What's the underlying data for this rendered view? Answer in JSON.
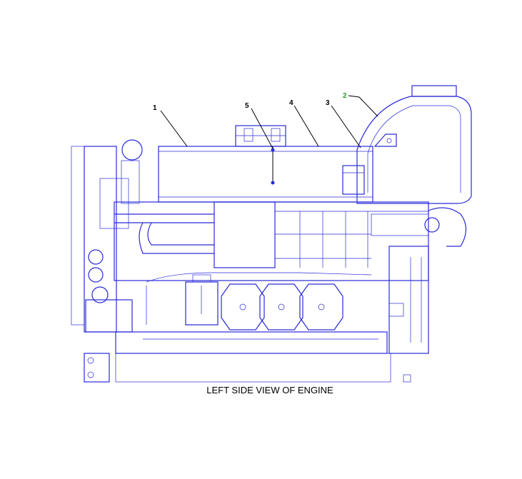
{
  "diagram": {
    "caption": "LEFT SIDE VIEW OF ENGINE",
    "callouts": [
      {
        "label": "1"
      },
      {
        "label": "2",
        "highlighted": true
      },
      {
        "label": "3"
      },
      {
        "label": "4"
      },
      {
        "label": "5"
      }
    ],
    "colors": {
      "linework": "#2a2ad8",
      "leader": "#000000",
      "highlight": "#2e9a2e"
    }
  }
}
